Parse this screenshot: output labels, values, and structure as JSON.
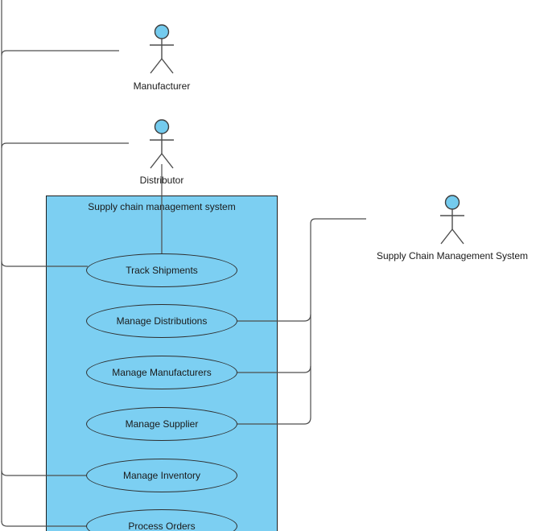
{
  "diagram": {
    "system": {
      "title": "Supply chain management system"
    },
    "actors": [
      {
        "label": "Manufacturer"
      },
      {
        "label": "Distributor"
      },
      {
        "label": "Supply Chain Management System"
      }
    ],
    "use_cases": [
      {
        "label": "Track Shipments"
      },
      {
        "label": "Manage Distributions"
      },
      {
        "label": "Manage Manufacturers"
      },
      {
        "label": "Manage Supplier"
      },
      {
        "label": "Manage Inventory"
      },
      {
        "label": "Process Orders"
      }
    ],
    "colors": {
      "shape_fill": "#7CCFF2",
      "actor_head_fill": "#74CBEE",
      "line": "#4d4d4d",
      "text": "#1a1a1a"
    }
  }
}
